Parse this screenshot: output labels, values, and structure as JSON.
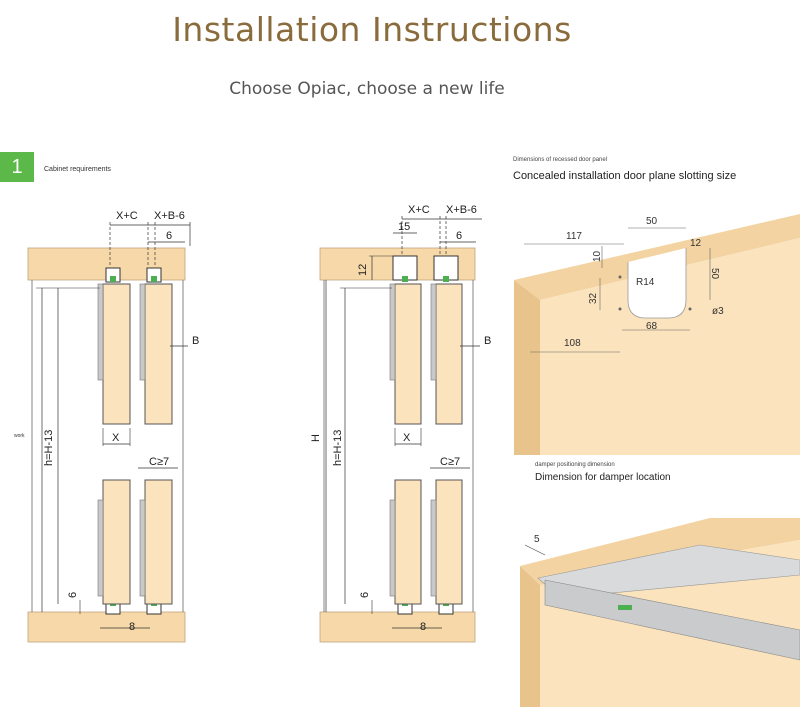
{
  "header": {
    "title": "Installation Instructions",
    "subtitle": "Choose Opiac, choose a new life"
  },
  "step": {
    "number": "1",
    "label": "Cabinet requirements"
  },
  "left_diagram": {
    "top_labels": [
      "X+C",
      "X+B-6",
      "6"
    ],
    "side_label_b": "B",
    "height_label": "h=H-13",
    "width_label": "X",
    "gap_label": "C≥7",
    "bottom_labels": [
      "6",
      "8"
    ],
    "tiny_side_text": "work"
  },
  "middle_diagram": {
    "top_labels": [
      "X+C",
      "X+B-6",
      "15",
      "6"
    ],
    "top_height_label": "12",
    "side_label_b": "B",
    "outer_height_label": "H",
    "height_label": "h=H-13",
    "width_label": "X",
    "gap_label": "C≥7",
    "bottom_labels": [
      "6",
      "8"
    ]
  },
  "right_top": {
    "small_caption": "Dimensions of recessed door panel",
    "title": "Concealed installation door plane slotting size",
    "dims": [
      "117",
      "50",
      "12",
      "10",
      "R14",
      "50",
      "32",
      "ø3",
      "68",
      "108"
    ]
  },
  "right_bottom": {
    "small_caption": "damper positioning dimension",
    "title": "Dimension for damper location",
    "dims": [
      "5"
    ]
  },
  "colors": {
    "title": "#8a6b3c",
    "badge": "#5db84a",
    "wood": "#f7d9a9",
    "panel": "#fbe3bd",
    "line": "#555555"
  }
}
